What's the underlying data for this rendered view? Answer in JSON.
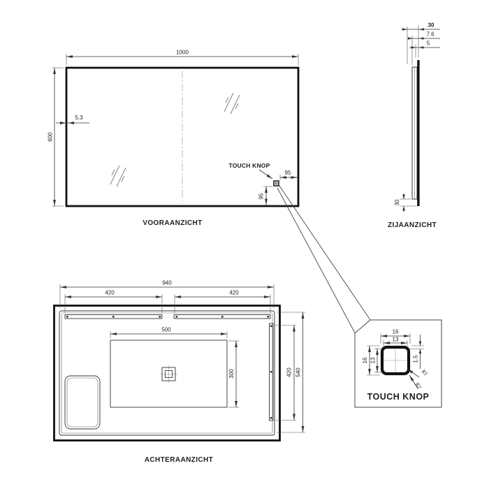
{
  "front_view": {
    "label": "VOORAANZICHT",
    "width_dim": "1000",
    "height_dim": "600",
    "bezel_dim": "5.3",
    "touch_label": "TOUCH KNOP",
    "touch_offset_x": "95",
    "touch_offset_y": "95"
  },
  "side_view": {
    "label": "ZIJAANZICHT",
    "depth_dim": "30",
    "thickness_dim": "7.6",
    "glass_dim": "5",
    "bottom_gap_dim": "30"
  },
  "back_view": {
    "label": "ACHTERAANZICHT",
    "frame_width_dim": "940",
    "led_top_left_dim": "420",
    "led_top_right_dim": "420",
    "zone_width_dim": "500",
    "zone_height_dim": "300",
    "led_side_dim": "420",
    "frame_height_dim": "540"
  },
  "detail_view": {
    "label": "TOUCH KNOP",
    "outer_width_dim": "16",
    "inner_width_dim": "13",
    "outer_height_dim": "16",
    "inner_height_dim": "13",
    "wall_dim": "1.5",
    "radius1": "R1",
    "radius2": "R2"
  },
  "colors": {
    "line": "#111111",
    "dimension": "#333333",
    "centerline": "#aaaaaa",
    "background": "#ffffff"
  }
}
